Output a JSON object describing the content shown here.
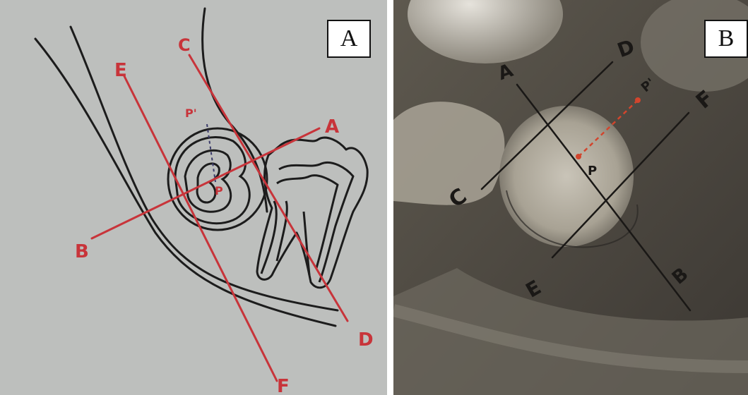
{
  "panel_a": {
    "badge": "A",
    "labels": {
      "a": "A",
      "b": "B",
      "c": "C",
      "d": "D",
      "e": "E",
      "f": "F",
      "p": "P",
      "p_prime": "P'"
    },
    "colors": {
      "background": "#b9bab9",
      "ink": "#1c1c1c",
      "red": "#c8343a"
    }
  },
  "panel_b": {
    "badge": "B",
    "labels": {
      "a": "A",
      "b": "B",
      "c": "C",
      "d": "D",
      "e": "E",
      "f": "F",
      "p": "P",
      "p_prime": "P'"
    },
    "colors": {
      "background": "#4a463f",
      "ink": "#1a1816",
      "red": "#d2452d"
    }
  }
}
